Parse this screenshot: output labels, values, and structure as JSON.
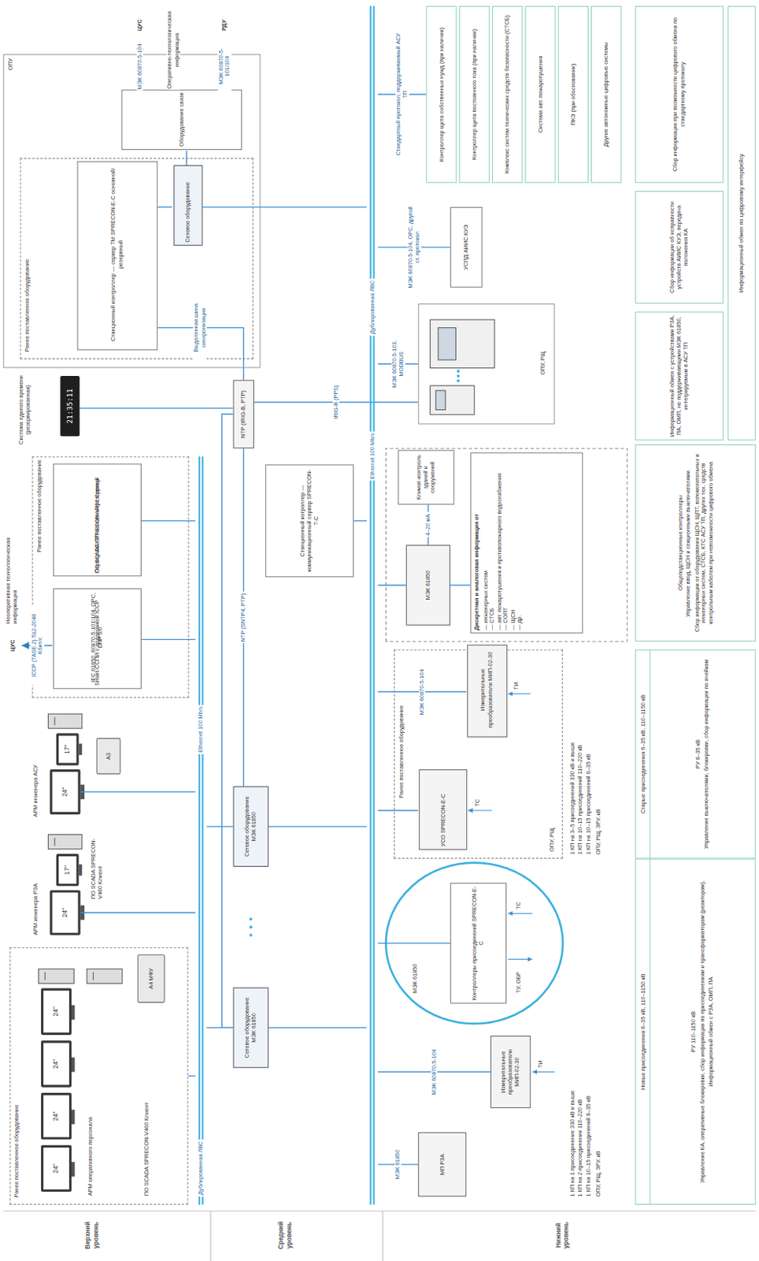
{
  "diagram": {
    "nodes": [
      {
        "text": [
          "Дублированная ЛВС",
          "Ethernet 100 Mb/s"
        ]
      },
      {
        "text": [
          "Дублированная ЛВС",
          "Ethernet 100 Mb/s"
        ]
      },
      {
        "text": [
          "Ранее поставленное оборудование",
          "АРМ оперативного персонала",
          "ПО SCADA SPRECON-V460 Клиент"
        ]
      },
      {
        "text": [
          "24\""
        ],
        "in": 2
      },
      {
        "text": [
          "24\""
        ],
        "in": 2
      },
      {
        "text": [
          "24\""
        ],
        "in": 2
      },
      {
        "text": [
          "24\""
        ],
        "in": 2
      },
      {
        "text": [
          "A4 МФУ"
        ],
        "in": 2
      },
      {
        "text": [
          "24\""
        ]
      },
      {
        "text": [
          "17\""
        ]
      },
      {
        "text": [
          "24\""
        ]
      },
      {
        "text": [
          "17\""
        ]
      },
      {
        "text": [
          "A3"
        ]
      },
      {
        "text": [
          "Ранее поставленное оборудование"
        ]
      },
      {
        "text": [
          "Smart-ССПИ с поддержкой ICCP",
          "IEC 61850, 60870-5-101\\104, OPC, DNP 3.0"
        ],
        "in": 13
      },
      {
        "text": [
          "Сервер АСУТП основной/резервный",
          "ПО SCADA SPRECON-V460 Сервер"
        ],
        "in": 13
      },
      {
        "text": [
          "ЦУС"
        ]
      },
      {
        "text": [
          "21:35:11"
        ]
      },
      {
        "text": [
          "NTP (IRIG-B, PTP)"
        ]
      },
      {
        "text": [
          "Сетевое оборудование МЭК 61850"
        ]
      },
      {
        "text": [
          "Сетевое оборудование МЭК 61850"
        ]
      },
      {
        "text": [
          "Станционный котроллер — коммуникационный сервер SPRECON-T-C"
        ]
      },
      {
        "text": [
          "ОПУ"
        ]
      },
      {
        "text": [
          "Ранее поставленное оборудование"
        ],
        "in": 22
      },
      {
        "text": [
          "Сетевое оборудование"
        ],
        "in": 23
      },
      {
        "text": [
          "Станционный контроллер — сервер ТМ SPRECON-E-C основной/резервный"
        ],
        "in": 23
      },
      {
        "text": [
          "Оборудование связи"
        ],
        "in": 22
      },
      {
        "text": [
          "ЦУС"
        ]
      },
      {
        "text": [
          "РДУ"
        ]
      },
      {
        "text": [
          "МП РЗА"
        ]
      },
      {
        "text": [
          "Измерительные преобразователи МИП-02-30"
        ]
      },
      {
        "text": [
          "Контроллеры присоединений SPRECON-E-C"
        ]
      },
      {
        "text": [
          "Ранее поставленное оборудование",
          "ОПУ, РЩ"
        ]
      },
      {
        "text": [
          "УСО SPRECON-E-C"
        ],
        "in": 32
      },
      {
        "text": [
          "Измерительные преобразователи МИП-02-30"
        ],
        "in": 32
      },
      {
        "text": [
          "МЭК 61850"
        ]
      },
      {
        "text": [
          "Дискретная и аналоговая информация от",
          "— инженерных систем",
          "— СТСБ",
          "— авт. пожаротушения и противопожарного водоснабжения",
          "— СОПТ",
          "— ЩСН",
          "— др."
        ]
      },
      {
        "text": [
          "Климат-контроль зданий и сооружений"
        ]
      },
      {
        "text": [
          "ОПУ, РЩ"
        ]
      },
      {
        "text": [
          "УСПД АИИС КУЭ"
        ]
      },
      {
        "text": [
          "Контроллер щита собственных нужд (при наличии)"
        ]
      },
      {
        "text": [
          "Контроллер щита постоянного тока (при наличии)"
        ]
      },
      {
        "text": [
          "Комплекс систем технических средств безопасности (СТСБ)"
        ]
      },
      {
        "text": [
          "Система авт. пожаротушения"
        ]
      },
      {
        "text": [
          "ПКЭ (при обосновании)"
        ]
      },
      {
        "text": [
          "Другие автономные цифровые системы"
        ]
      },
      {
        "text": [
          "Новые присоединения 6–35 кВ, 110–1150 кВ"
        ]
      },
      {
        "text": [
          "Старые присоединения 6–35 кВ, 110–1150 кВ"
        ]
      },
      {
        "text": [
          "РУ 110–1150 кВ",
          "Управление КА, оперативные блокировки, сбор информации по присоединениям и трансформаторам (реакторам).",
          "Информационный обмен с РЗА, ОМП, ПА"
        ]
      },
      {
        "text": [
          "РУ 6–35 кВ",
          "Управление выключателями, блокировки, сбор информации по ячейкам"
        ]
      },
      {
        "text": [
          "Общеподстанционные контроллеры",
          "Управление ввод, ЩСН и секционными выключателями.",
          "Сбор информации от оборудования ЩСН, ЩПТ, вспомогательных и инженерных систем, СТСБ, КТС АСУ ТП, других тех. средств контрольным кабелем при невозможности цифрового обмена"
        ]
      },
      {
        "text": [
          "Информационный обмен с устройствами РЗА, ПА, ОМП, не поддерживающими МЭК 61850, интегрируемым в АСУ ТП"
        ]
      },
      {
        "text": [
          "Сбор информации об исправности устройств АИИС КУЭ, передача положения КА"
        ]
      },
      {
        "text": [
          "Сбор информации при возможности цифрового обмена по стандартному протоколу"
        ]
      },
      {
        "text": [
          "Информационный обмен по цифровому интерфейсу"
        ]
      }
    ],
    "edges": [
      {
        "from": 2,
        "to": 0,
        "arrow": "none"
      },
      {
        "from": 8,
        "to": 0,
        "arrow": "none"
      },
      {
        "from": 10,
        "to": 0,
        "arrow": "none"
      },
      {
        "from": 14,
        "to": 16,
        "arrow": "to",
        "label": "ICCP (TASE.2) 512-2048 Кбит/с"
      },
      {
        "from": 14,
        "to": 0,
        "arrow": "none"
      },
      {
        "from": 15,
        "to": 0,
        "arrow": "none"
      },
      {
        "from": 0,
        "to": 19,
        "arrow": "none"
      },
      {
        "from": 0,
        "to": 20,
        "arrow": "none"
      },
      {
        "from": 19,
        "to": 1,
        "arrow": "none"
      },
      {
        "from": 20,
        "to": 1,
        "arrow": "none"
      },
      {
        "from": 17,
        "to": 18,
        "arrow": "none"
      },
      {
        "from": 18,
        "to": 19,
        "arrow": "none"
      },
      {
        "from": 18,
        "to": 20,
        "arrow": "none",
        "label": "NTP (SNTP4, PTP)"
      },
      {
        "from": 18,
        "to": 25,
        "arrow": "none",
        "label": "Выделенная шина синхронизации"
      },
      {
        "from": 18,
        "to": 38,
        "arrow": "none",
        "label": "IRIG-B (PPS)"
      },
      {
        "from": 21,
        "to": 1,
        "arrow": "none"
      },
      {
        "from": 25,
        "to": 24,
        "arrow": "none"
      },
      {
        "from": 24,
        "to": 26,
        "arrow": "none"
      },
      {
        "from": 24,
        "to": 1,
        "arrow": "none"
      },
      {
        "from": 26,
        "to": 27,
        "arrow": "both",
        "label": "МЭК 60870-5-104"
      },
      {
        "from": 26,
        "to": 28,
        "arrow": "both",
        "label": "МЭК 60870-5-101/104"
      },
      {
        "from": 29,
        "to": 1,
        "arrow": "none",
        "label": "МЭК 61850"
      },
      {
        "from": 30,
        "to": 1,
        "arrow": "none",
        "label": "МЭК 60870-5-104"
      },
      {
        "from": 31,
        "to": 1,
        "arrow": "none"
      },
      {
        "from": 33,
        "to": 1,
        "arrow": "none"
      },
      {
        "from": 34,
        "to": 1,
        "arrow": "none",
        "label": "МЭК 60870-5-104"
      },
      {
        "from": 35,
        "to": 1,
        "arrow": "none"
      },
      {
        "from": 37,
        "to": 35,
        "arrow": "none",
        "label": "4–20 мА"
      },
      {
        "from": 36,
        "to": 35,
        "arrow": "none"
      },
      {
        "from": 38,
        "to": 1,
        "arrow": "none",
        "label": "МЭК 60870-5-103, MODBUS"
      },
      {
        "from": 39,
        "to": 1,
        "arrow": "none",
        "label": "МЭК 60870-5-104, OPC, другой ст. протокол"
      },
      {
        "from": 40,
        "to": 1,
        "arrow": "none",
        "label": "Стандартный протокол, поддерживаемый АСУ ТП"
      }
    ],
    "labels": [
      "Верхний уровень",
      "Средний уровень",
      "Нижний уровень",
      "АРМ инженера РЗА",
      "ПО SCADA SPRECON-V460 Клиент",
      "АРМ инженера АСУ",
      "Неоперативная технологическая информация",
      "Система единого времени (резервированная)",
      "Оперативно-технологическая информация",
      "МЭК 61850",
      "ТИ",
      "ТУ, ОБР",
      "ТС",
      "1 КП на 1 присоединение 330 кВ и выше",
      "1 КП на 2 присоединения 110–220 кВ",
      "1 КП на 10–15 присоединений 6–35 кВ",
      "ОПУ, РЩ, ЗРУ..кВ",
      "ТС",
      "ТИ",
      "1 КП на 3–5 присоединений 330 кВ и выше",
      "1 КП на 10–15 присоединений 110–220 кВ",
      "1 КП на 10–15 присоединений 6–35 кВ",
      "ОПУ, РЩ, ЗРУ..кВ"
    ]
  }
}
